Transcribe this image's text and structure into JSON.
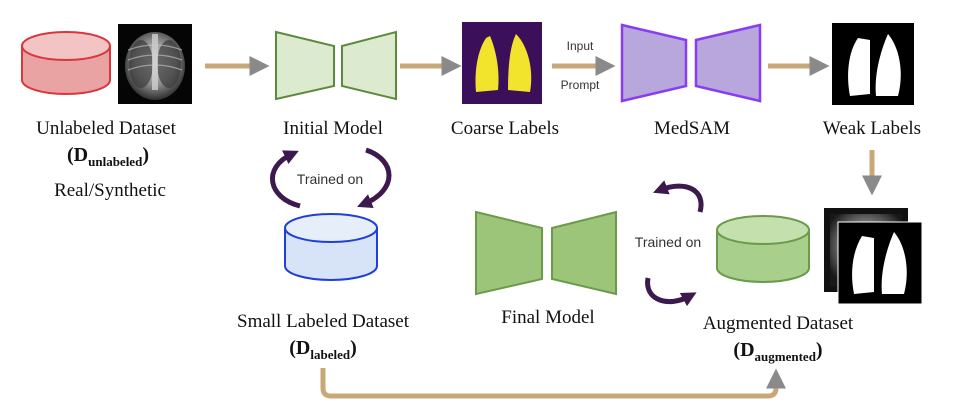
{
  "nodes": {
    "unlabeled": {
      "name": "Unlabeled Dataset",
      "symbol_base": "D",
      "symbol_sub": "unlabeled",
      "note": "Real/Synthetic"
    },
    "initial_model": {
      "name": "Initial Model"
    },
    "coarse_labels": {
      "name": "Coarse Labels"
    },
    "medsam": {
      "name": "MedSAM"
    },
    "weak_labels": {
      "name": "Weak Labels"
    },
    "small_labeled": {
      "name": "Small Labeled Dataset",
      "symbol_base": "D",
      "symbol_sub": "labeled"
    },
    "final_model": {
      "name": "Final Model"
    },
    "augmented": {
      "name": "Augmented Dataset",
      "symbol_base": "D",
      "symbol_sub": "augmented"
    }
  },
  "edges": {
    "input_label": "Input",
    "prompt_label": "Prompt",
    "trained_on_1": "Trained on",
    "trained_on_2": "Trained on"
  },
  "colors": {
    "unlabeled_cyl_fill": "#e9a3a3",
    "unlabeled_cyl_stroke": "#d9363e",
    "labeled_cyl_fill": "#d7e4f7",
    "labeled_cyl_stroke": "#1f3fd8",
    "augmented_cyl_fill": "#a9cf8c",
    "augmented_cyl_stroke": "#6b9a4a",
    "initial_model_fill": "#dcebd0",
    "initial_model_stroke": "#5d8a3a",
    "medsam_fill": "#b8a7dc",
    "medsam_stroke": "#8a3cf0",
    "final_model_fill": "#9dc57a",
    "final_model_stroke": "#6b9a4a",
    "arrow": "#c9a877",
    "cycle": "#3d1a4d"
  }
}
